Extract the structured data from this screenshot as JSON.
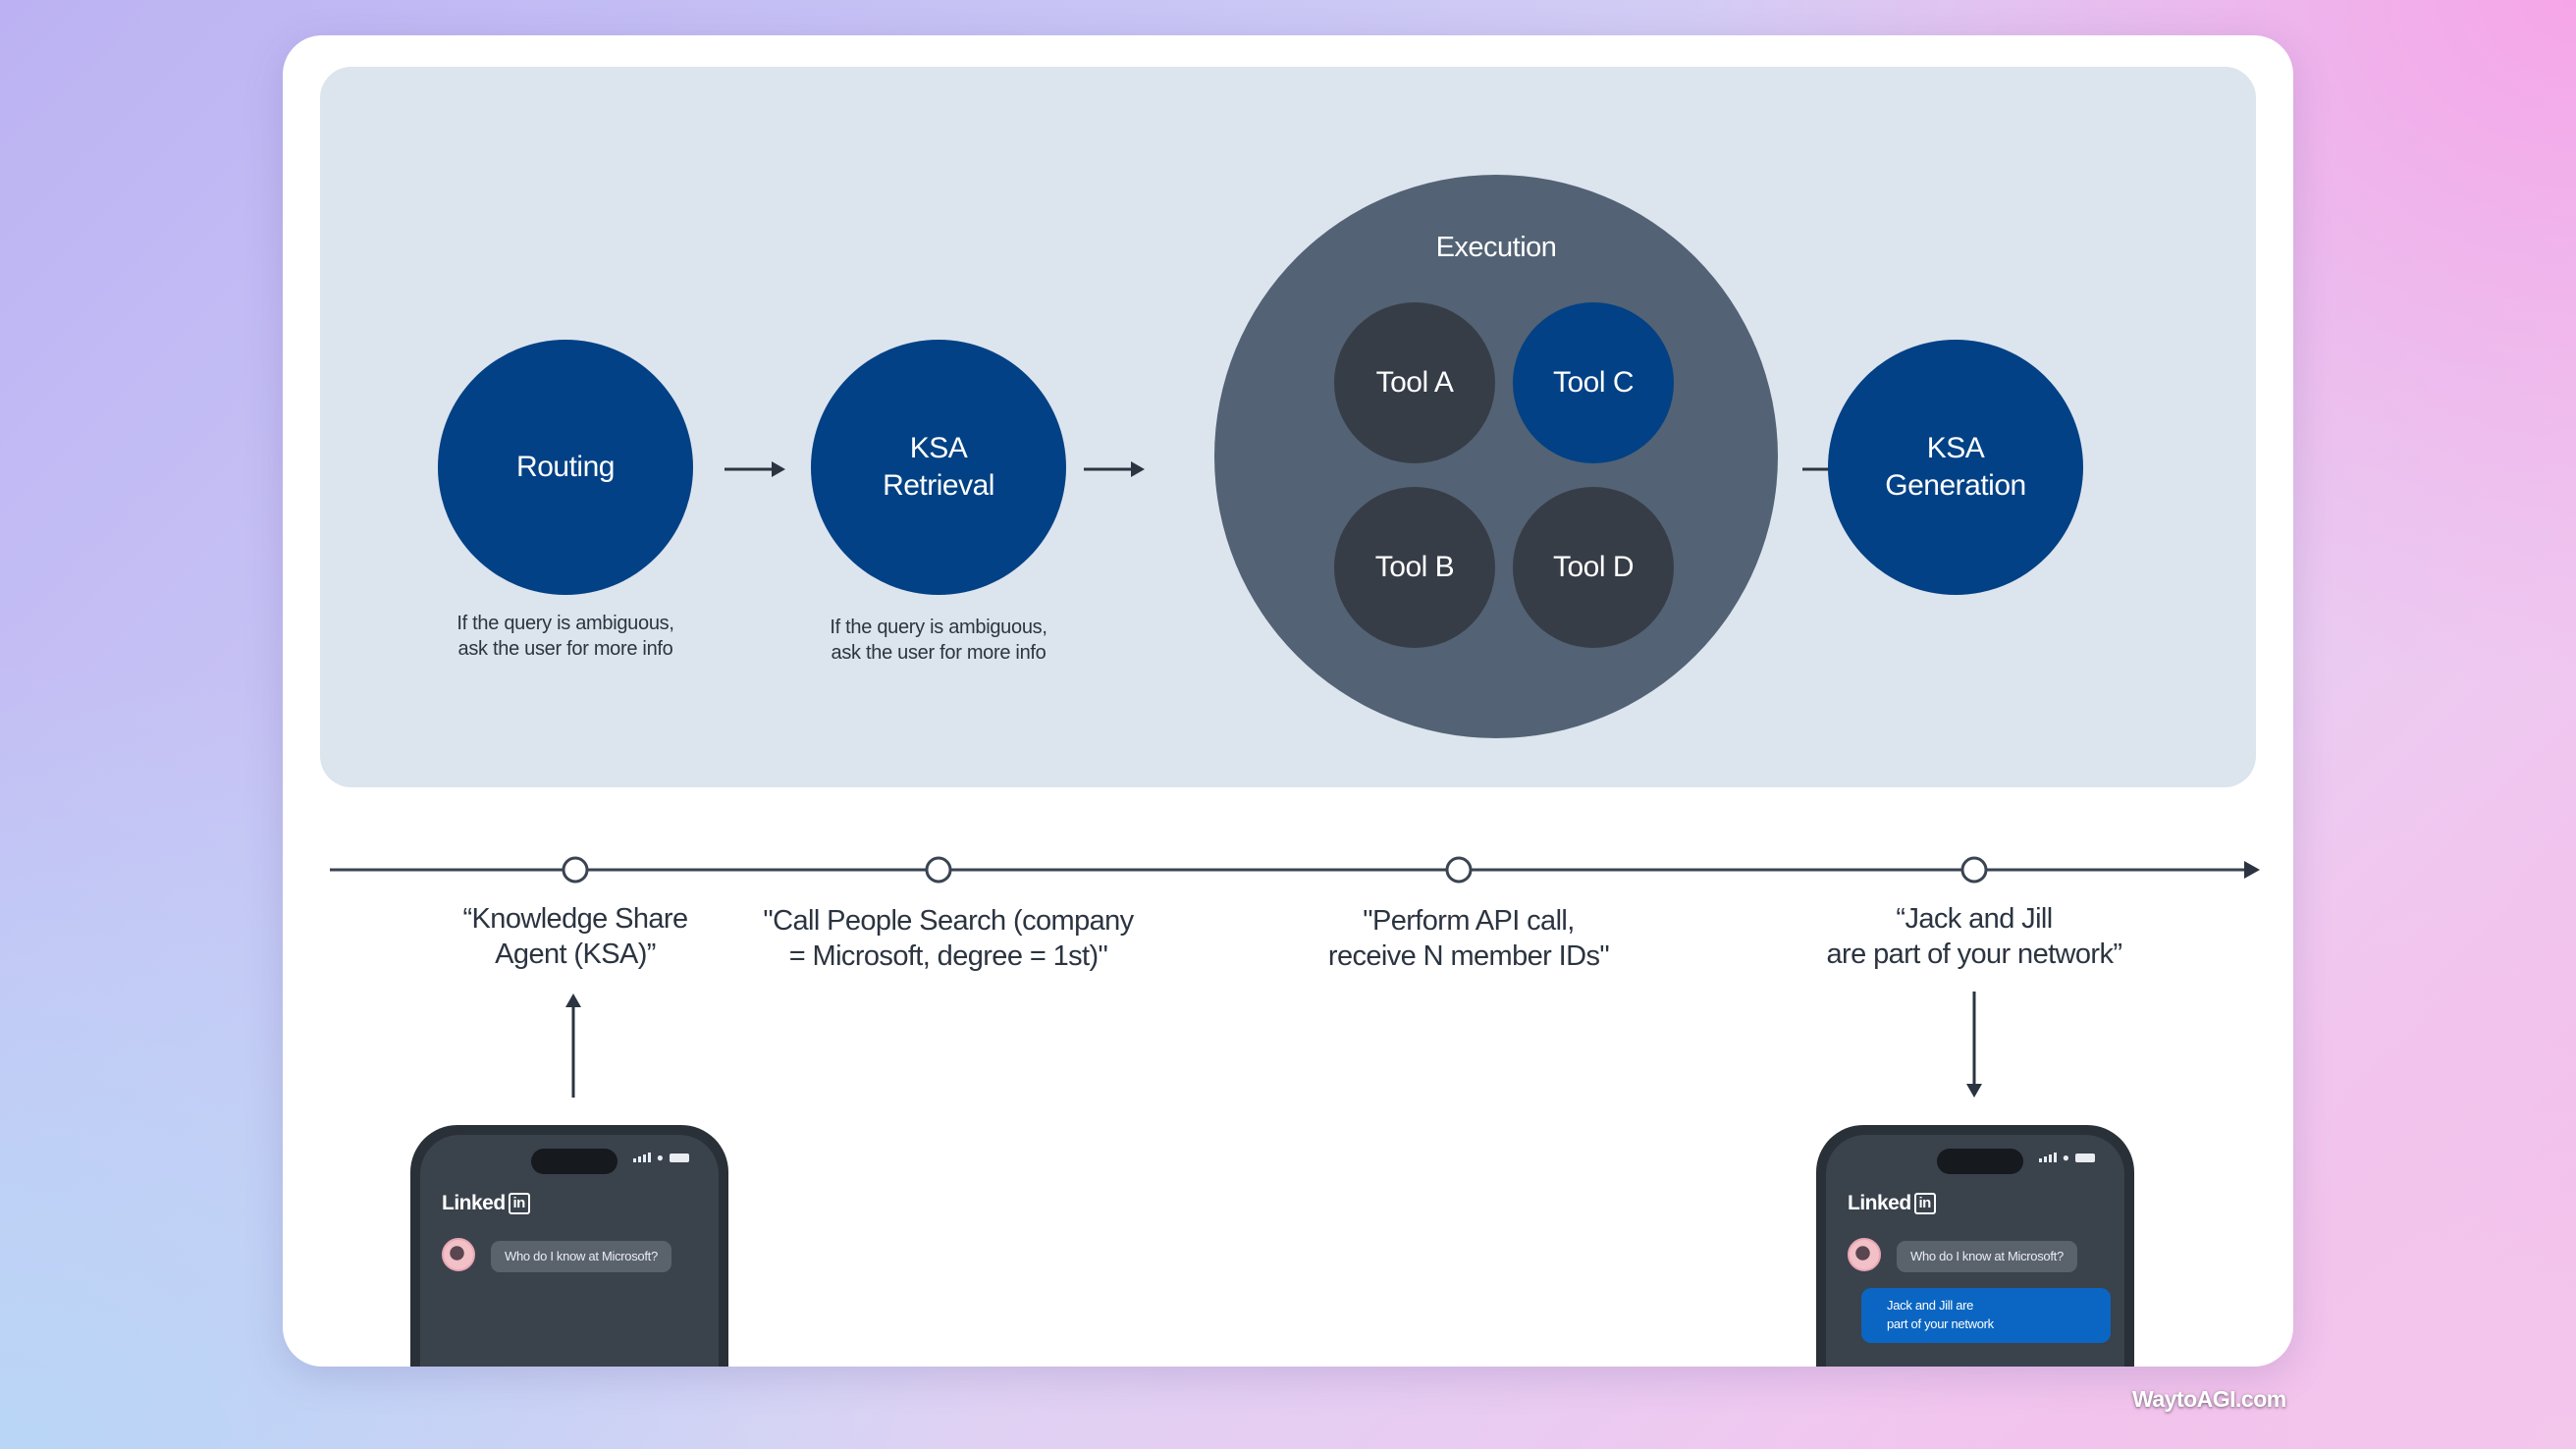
{
  "pipeline": {
    "routing": {
      "label": "Routing",
      "caption": "If the query is ambiguous,\nask the user for more info"
    },
    "retrieval": {
      "label": "KSA\nRetrieval",
      "caption": "If the query is ambiguous,\nask the user for more info"
    },
    "execution": {
      "label": "Execution",
      "tools": [
        {
          "label": "Tool A",
          "highlighted": false
        },
        {
          "label": "Tool C",
          "highlighted": true
        },
        {
          "label": "Tool B",
          "highlighted": false
        },
        {
          "label": "Tool D",
          "highlighted": false
        }
      ]
    },
    "generation": {
      "label": "KSA\nGeneration"
    }
  },
  "timeline": {
    "steps": [
      {
        "text": "“Knowledge Share\nAgent (KSA)”"
      },
      {
        "text": "\"Call People Search (company\n= Microsoft, degree = 1st)\""
      },
      {
        "text": "\"Perform API call,\nreceive N member IDs\""
      },
      {
        "text": "“Jack and Jill\nare part of your network”"
      }
    ]
  },
  "phones": {
    "left": {
      "brand": "Linked",
      "brand_badge": "in",
      "query": "Who do I know at Microsoft?"
    },
    "right": {
      "brand": "Linked",
      "brand_badge": "in",
      "query": "Who do I know at Microsoft?",
      "answer": "Jack and Jill are\npart of your network"
    }
  },
  "watermark": "WaytoAGI.com",
  "colors": {
    "node_blue": "#024185",
    "tool_dark": "#363d47",
    "execution_gray": "#536274",
    "panel": "#dce4ee",
    "answer_bubble": "#0a66c2"
  }
}
